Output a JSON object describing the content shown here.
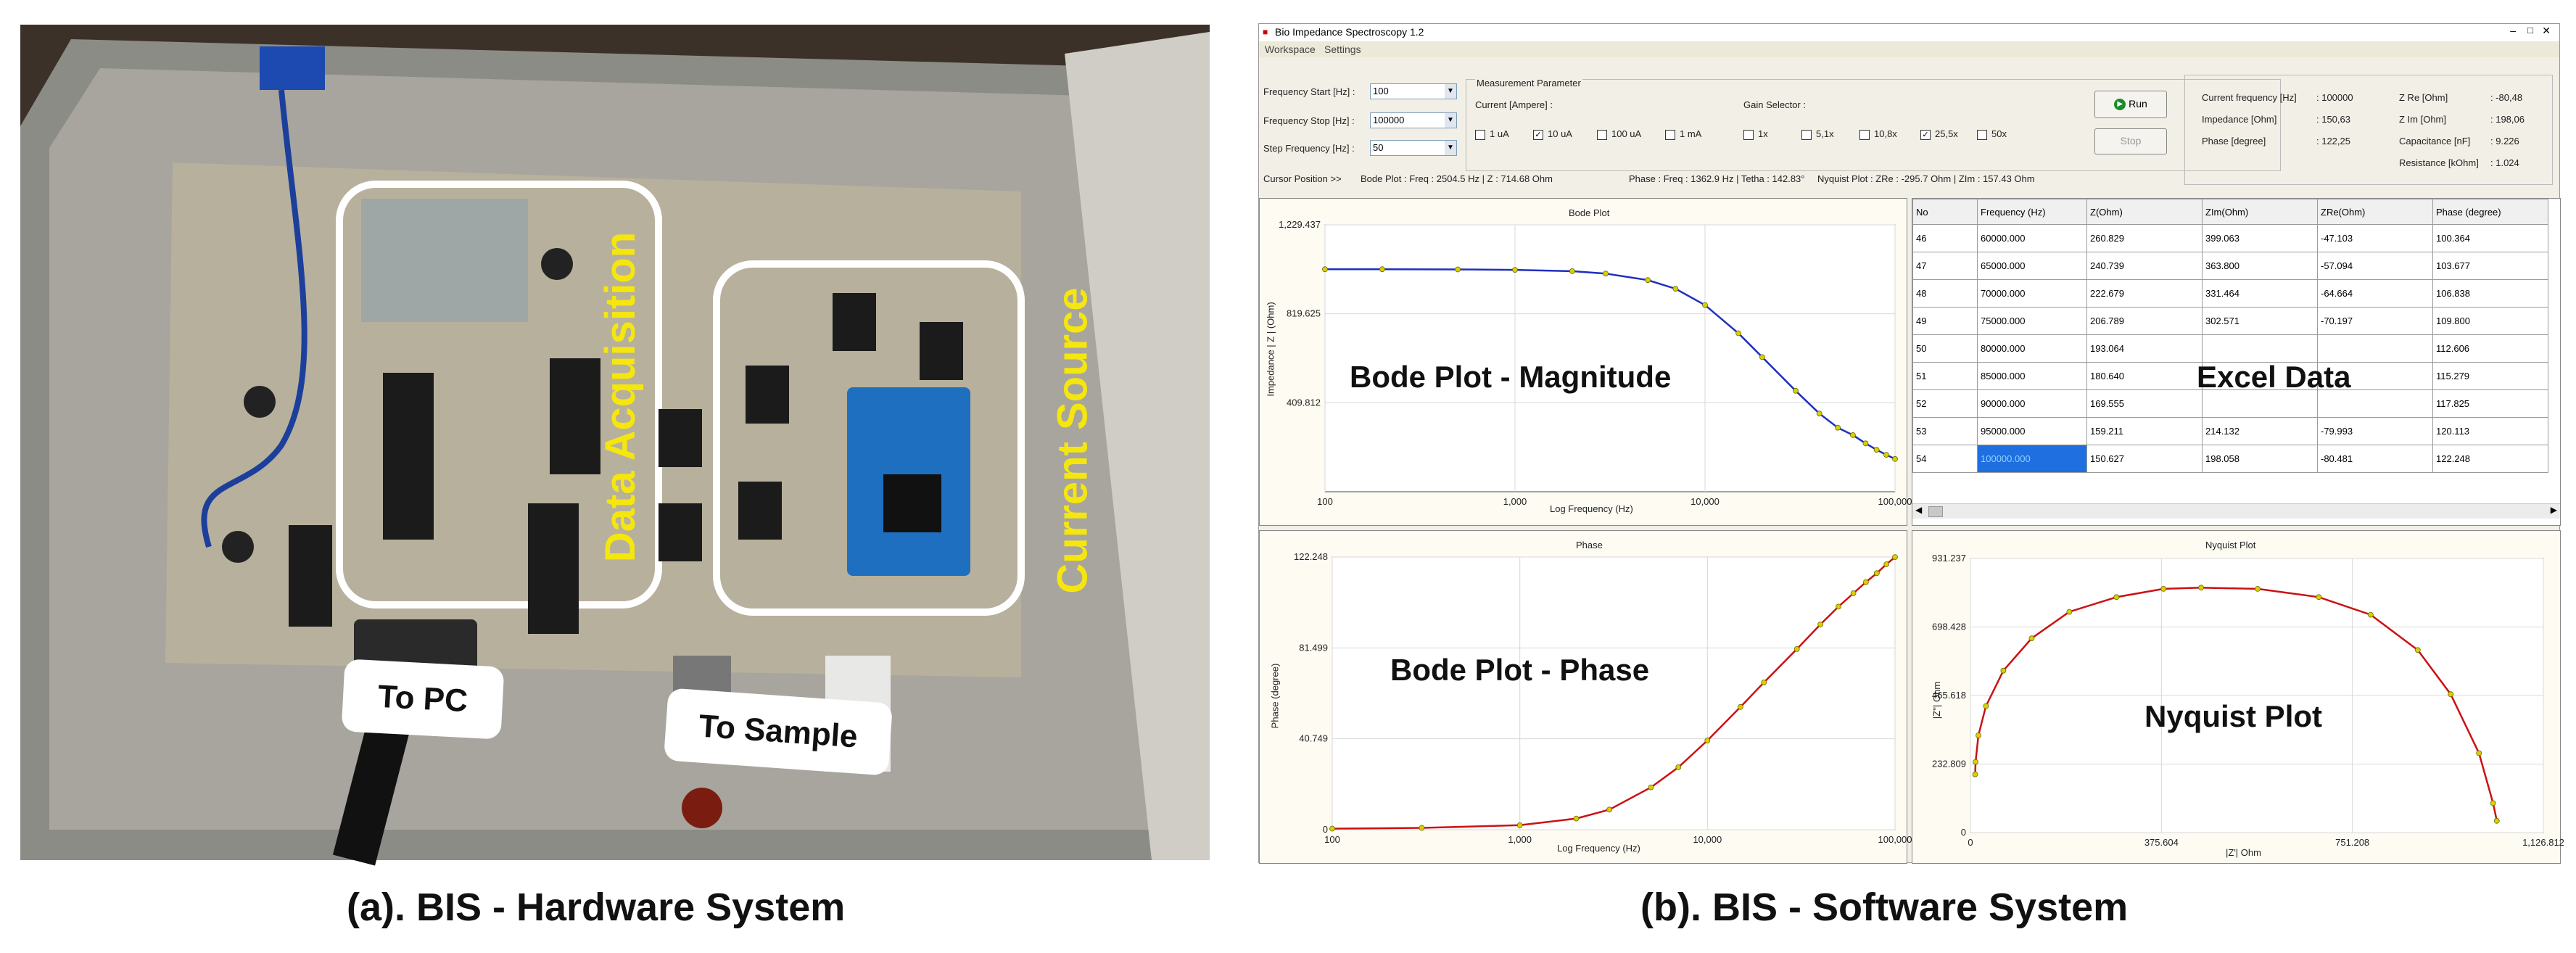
{
  "captions": {
    "left": "(a). BIS - Hardware System",
    "right": "(b). BIS - Software System"
  },
  "photo": {
    "data_acquisition": "Data Acquisition",
    "current_source": "Current Source",
    "to_pc": "To PC",
    "to_sample": "To Sample"
  },
  "window": {
    "title": "Bio Impedance Spectroscopy 1.2",
    "menu": [
      "Workspace",
      "Settings"
    ],
    "controls": {
      "freq_start_label": "Frequency Start [Hz] :",
      "freq_start_value": "100",
      "freq_stop_label": "Frequency Stop [Hz] :",
      "freq_stop_value": "100000",
      "step_label": "Step Frequency [Hz] :",
      "step_value": "50",
      "meas_param_label": "Measurement Parameter",
      "current_label": "Current [Ampere] :",
      "currents": [
        "1 uA",
        "10 uA",
        "100 uA",
        "1 mA"
      ],
      "current_checked": [
        false,
        true,
        false,
        false
      ],
      "gain_label": "Gain Selector :",
      "gains": [
        "1x",
        "5,1x",
        "10,8x",
        "25,5x",
        "50x"
      ],
      "gain_checked": [
        false,
        false,
        false,
        true,
        false
      ],
      "run": "Run",
      "stop": "Stop"
    },
    "cursor": {
      "label": "Cursor Position  >>",
      "bode": "Bode Plot : Freq : 2504.5 Hz  |  Z : 714.68 Ohm",
      "phase": "Phase : Freq : 1362.9 Hz  |  Tetha : 142.83°",
      "nyquist": "Nyquist Plot : ZRe : -295.7 Ohm  |  ZIm : 157.43 Ohm"
    },
    "status": {
      "current_freq_label": "Current frequency [Hz]",
      "current_freq_value": ": 100000",
      "impedance_label": "Impedance [Ohm]",
      "impedance_value": ": 150,63",
      "phase_label": "Phase [degree]",
      "phase_value": ": 122,25",
      "zre_label": "Z Re   [Ohm]",
      "zre_value": ": -80,48",
      "zim_label": "Z Im   [Ohm]",
      "zim_value": ": 198,06",
      "cap_label": "Capacitance [nF]",
      "cap_value": ": 9.226",
      "res_label": "Resistance [kOhm]",
      "res_value": ": 1.024"
    },
    "table": {
      "headers": [
        "No",
        "Frequency (Hz)",
        "Z(Ohm)",
        "ZIm(Ohm)",
        "ZRe(Ohm)",
        "Phase (degree)"
      ],
      "rows": [
        [
          "46",
          "60000.000",
          "260.829",
          "399.063",
          "-47.103",
          "100.364"
        ],
        [
          "47",
          "65000.000",
          "240.739",
          "363.800",
          "-57.094",
          "103.677"
        ],
        [
          "48",
          "70000.000",
          "222.679",
          "331.464",
          "-64.664",
          "106.838"
        ],
        [
          "49",
          "75000.000",
          "206.789",
          "302.571",
          "-70.197",
          "109.800"
        ],
        [
          "50",
          "80000.000",
          "193.064",
          "",
          "",
          "112.606"
        ],
        [
          "51",
          "85000.000",
          "180.640",
          "",
          "",
          "115.279"
        ],
        [
          "52",
          "90000.000",
          "169.555",
          "",
          "",
          "117.825"
        ],
        [
          "53",
          "95000.000",
          "159.211",
          "214.132",
          "-79.993",
          "120.113"
        ],
        [
          "54",
          "100000.000",
          "150.627",
          "198.058",
          "-80.481",
          "122.248"
        ]
      ],
      "overlay": "Excel Data"
    }
  },
  "chart_data": [
    {
      "type": "line",
      "title": "Bode Plot",
      "overlay": "Bode Plot - Magnitude",
      "xlabel": "Log Frequency (Hz)",
      "ylabel": "Impedance | Z | (Ohm)",
      "xscale": "log",
      "xlim": [
        100,
        100000
      ],
      "ylim": [
        0,
        1229.437
      ],
      "xticks": [
        "100",
        "1,000",
        "10,000",
        "100,000"
      ],
      "yticks": [
        "409.812",
        "819.625",
        "1,229.437"
      ],
      "line_color": "#1f2fbf",
      "marker_color": "#d8d000",
      "series": [
        {
          "x": [
            100,
            200,
            500,
            1000,
            2000,
            3000,
            5000,
            7000,
            10000,
            15000,
            20000,
            30000,
            40000,
            50000,
            60000,
            70000,
            80000,
            90000,
            100000
          ],
          "values": [
            1025,
            1025,
            1024,
            1022,
            1016,
            1005,
            975,
            935,
            860,
            730,
            620,
            465,
            360,
            295,
            261,
            223,
            193,
            170,
            151
          ]
        }
      ]
    },
    {
      "type": "line",
      "title": "Phase",
      "overlay": "Bode Plot - Phase",
      "xlabel": "Log Frequency (Hz)",
      "ylabel": "Phase (degree)",
      "xscale": "log",
      "xlim": [
        100,
        100000
      ],
      "ylim": [
        0,
        122.248
      ],
      "xticks": [
        "100",
        "1,000",
        "10,000",
        "100,000"
      ],
      "yticks": [
        "0",
        "40.749",
        "81.499",
        "122.248"
      ],
      "line_color": "#cc1111",
      "marker_color": "#d8d000",
      "series": [
        {
          "x": [
            100,
            300,
            1000,
            2000,
            3000,
            5000,
            7000,
            10000,
            15000,
            20000,
            30000,
            40000,
            50000,
            60000,
            70000,
            80000,
            90000,
            100000
          ],
          "values": [
            0.5,
            0.8,
            2,
            5,
            9,
            19,
            28,
            40,
            55,
            66,
            81,
            92,
            100,
            106,
            111,
            115,
            119,
            122.2
          ]
        }
      ]
    },
    {
      "type": "scatter",
      "title": "Nyquist Plot",
      "overlay": "Nyquist Plot",
      "xlabel": "|Z'| Ohm",
      "ylabel": "|Z''| Ohm",
      "xlim": [
        -90,
        1126.812
      ],
      "ylim": [
        0,
        931.237
      ],
      "xticks": [
        "0",
        "375.604",
        "751.208",
        "1,126.812"
      ],
      "yticks": [
        "0",
        "232.809",
        "465.618",
        "698.428",
        "931.237"
      ],
      "line_color": "#cc1111",
      "marker_color": "#d8d000",
      "series": [
        {
          "x": [
            -80,
            -79,
            -73,
            -57,
            -20,
            40,
            120,
            220,
            320,
            400,
            520,
            650,
            760,
            860,
            930,
            990,
            1020,
            1028
          ],
          "values": [
            198,
            240,
            330,
            430,
            550,
            660,
            750,
            800,
            828,
            832,
            828,
            800,
            740,
            620,
            470,
            270,
            100,
            40
          ]
        }
      ]
    }
  ]
}
